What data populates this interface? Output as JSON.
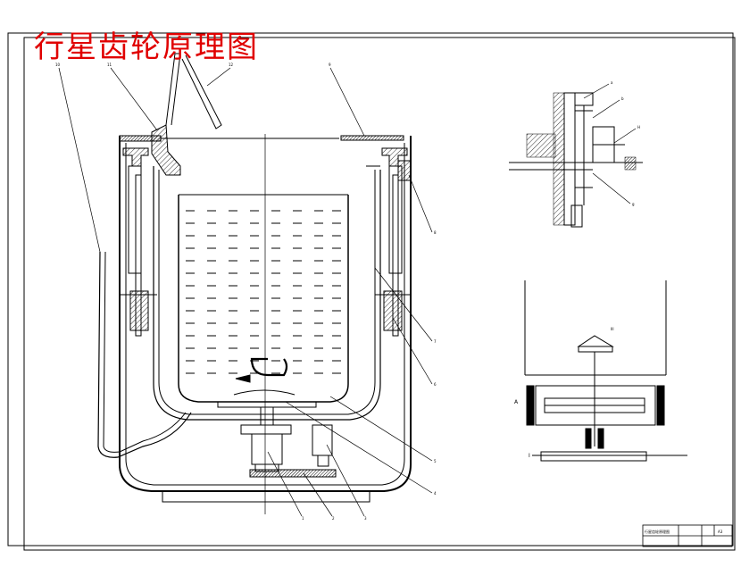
{
  "title": "行星齿轮原理图",
  "labels": {
    "l10": "10",
    "l11": "11",
    "l12": "12",
    "l9": "9",
    "l8": "8",
    "l7": "7",
    "l6": "6",
    "l5": "5",
    "l4": "4",
    "l1": "1",
    "l2": "2",
    "l3": "3",
    "la": "a",
    "lb": "b",
    "lH": "H",
    "lg": "g",
    "lIII": "III",
    "lA": "A",
    "lI": "I"
  },
  "title_block": {
    "name": "行星齿轮原理图",
    "sheet": "A3"
  },
  "colors": {
    "title": "#e00000",
    "line": "#000000",
    "paper": "#ffffff"
  }
}
